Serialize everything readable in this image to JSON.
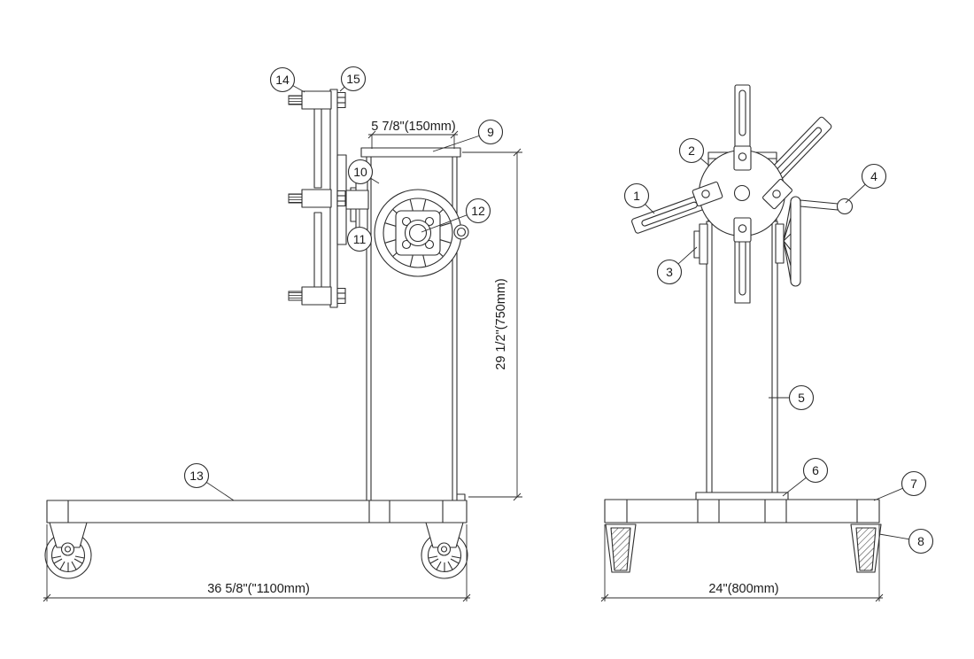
{
  "drawing": {
    "title": "engine-stand-technical-drawing",
    "colors": {
      "line": "#2e2e2e",
      "text": "#1c1c1c",
      "background": "#ffffff"
    },
    "dimensions": {
      "head_width": "5 7/8\"(150mm)",
      "column_height": "29 1/2\"(750mm)",
      "base_length": "36 5/8\"(\"1100mm)",
      "base_width": "24\"(800mm)"
    },
    "callouts": [
      {
        "label": "1"
      },
      {
        "label": "2"
      },
      {
        "label": "3"
      },
      {
        "label": "4"
      },
      {
        "label": "5"
      },
      {
        "label": "6"
      },
      {
        "label": "7"
      },
      {
        "label": "8"
      },
      {
        "label": "9"
      },
      {
        "label": "10"
      },
      {
        "label": "11"
      },
      {
        "label": "12"
      },
      {
        "label": "13"
      },
      {
        "label": "14"
      },
      {
        "label": "15"
      }
    ]
  }
}
